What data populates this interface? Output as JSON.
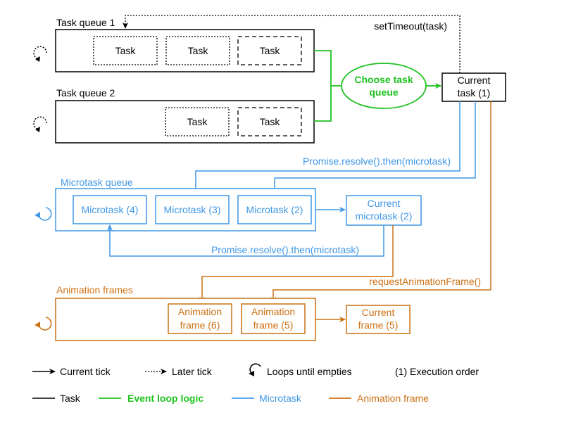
{
  "colors": {
    "task": "#000000",
    "event_loop": "#1fc21f",
    "microtask": "#3f97e6",
    "animation": "#cc7014"
  },
  "task_queue_1": {
    "label": "Task queue 1",
    "items": [
      "Task",
      "Task",
      "Task"
    ]
  },
  "task_queue_2": {
    "label": "Task queue 2",
    "items": [
      "Task",
      "Task"
    ]
  },
  "choose_task_queue": {
    "line1": "Choose task",
    "line2": "queue"
  },
  "current_task": {
    "line1": "Current",
    "line2": "task (1)"
  },
  "set_timeout_label": "setTimeout(task)",
  "promise_then_label_1": "Promise.resolve().then(microtask)",
  "microtask_queue": {
    "label": "Microtask queue",
    "items": [
      "Microtask (4)",
      "Microtask (3)",
      "Microtask (2)"
    ]
  },
  "current_microtask": {
    "line1": "Current",
    "line2": "microtask (2)"
  },
  "promise_then_label_2": "Promise.resolve().then(microtask)",
  "request_animation_frame_label": "requestAnimationFrame()",
  "animation_frames": {
    "label": "Animation frames",
    "items": [
      {
        "line1": "Animation",
        "line2": "frame (6)"
      },
      {
        "line1": "Animation",
        "line2": "frame (5)"
      }
    ]
  },
  "current_frame": {
    "line1": "Current",
    "line2": "frame (5)"
  },
  "legend": {
    "current_tick": "Current tick",
    "later_tick": "Later tick",
    "loops_until_empties": "Loops until empties",
    "execution_order": "(1) Execution order",
    "task": "Task",
    "event_loop_logic": "Event loop logic",
    "microtask": "Microtask",
    "animation_frame": "Animation frame"
  }
}
